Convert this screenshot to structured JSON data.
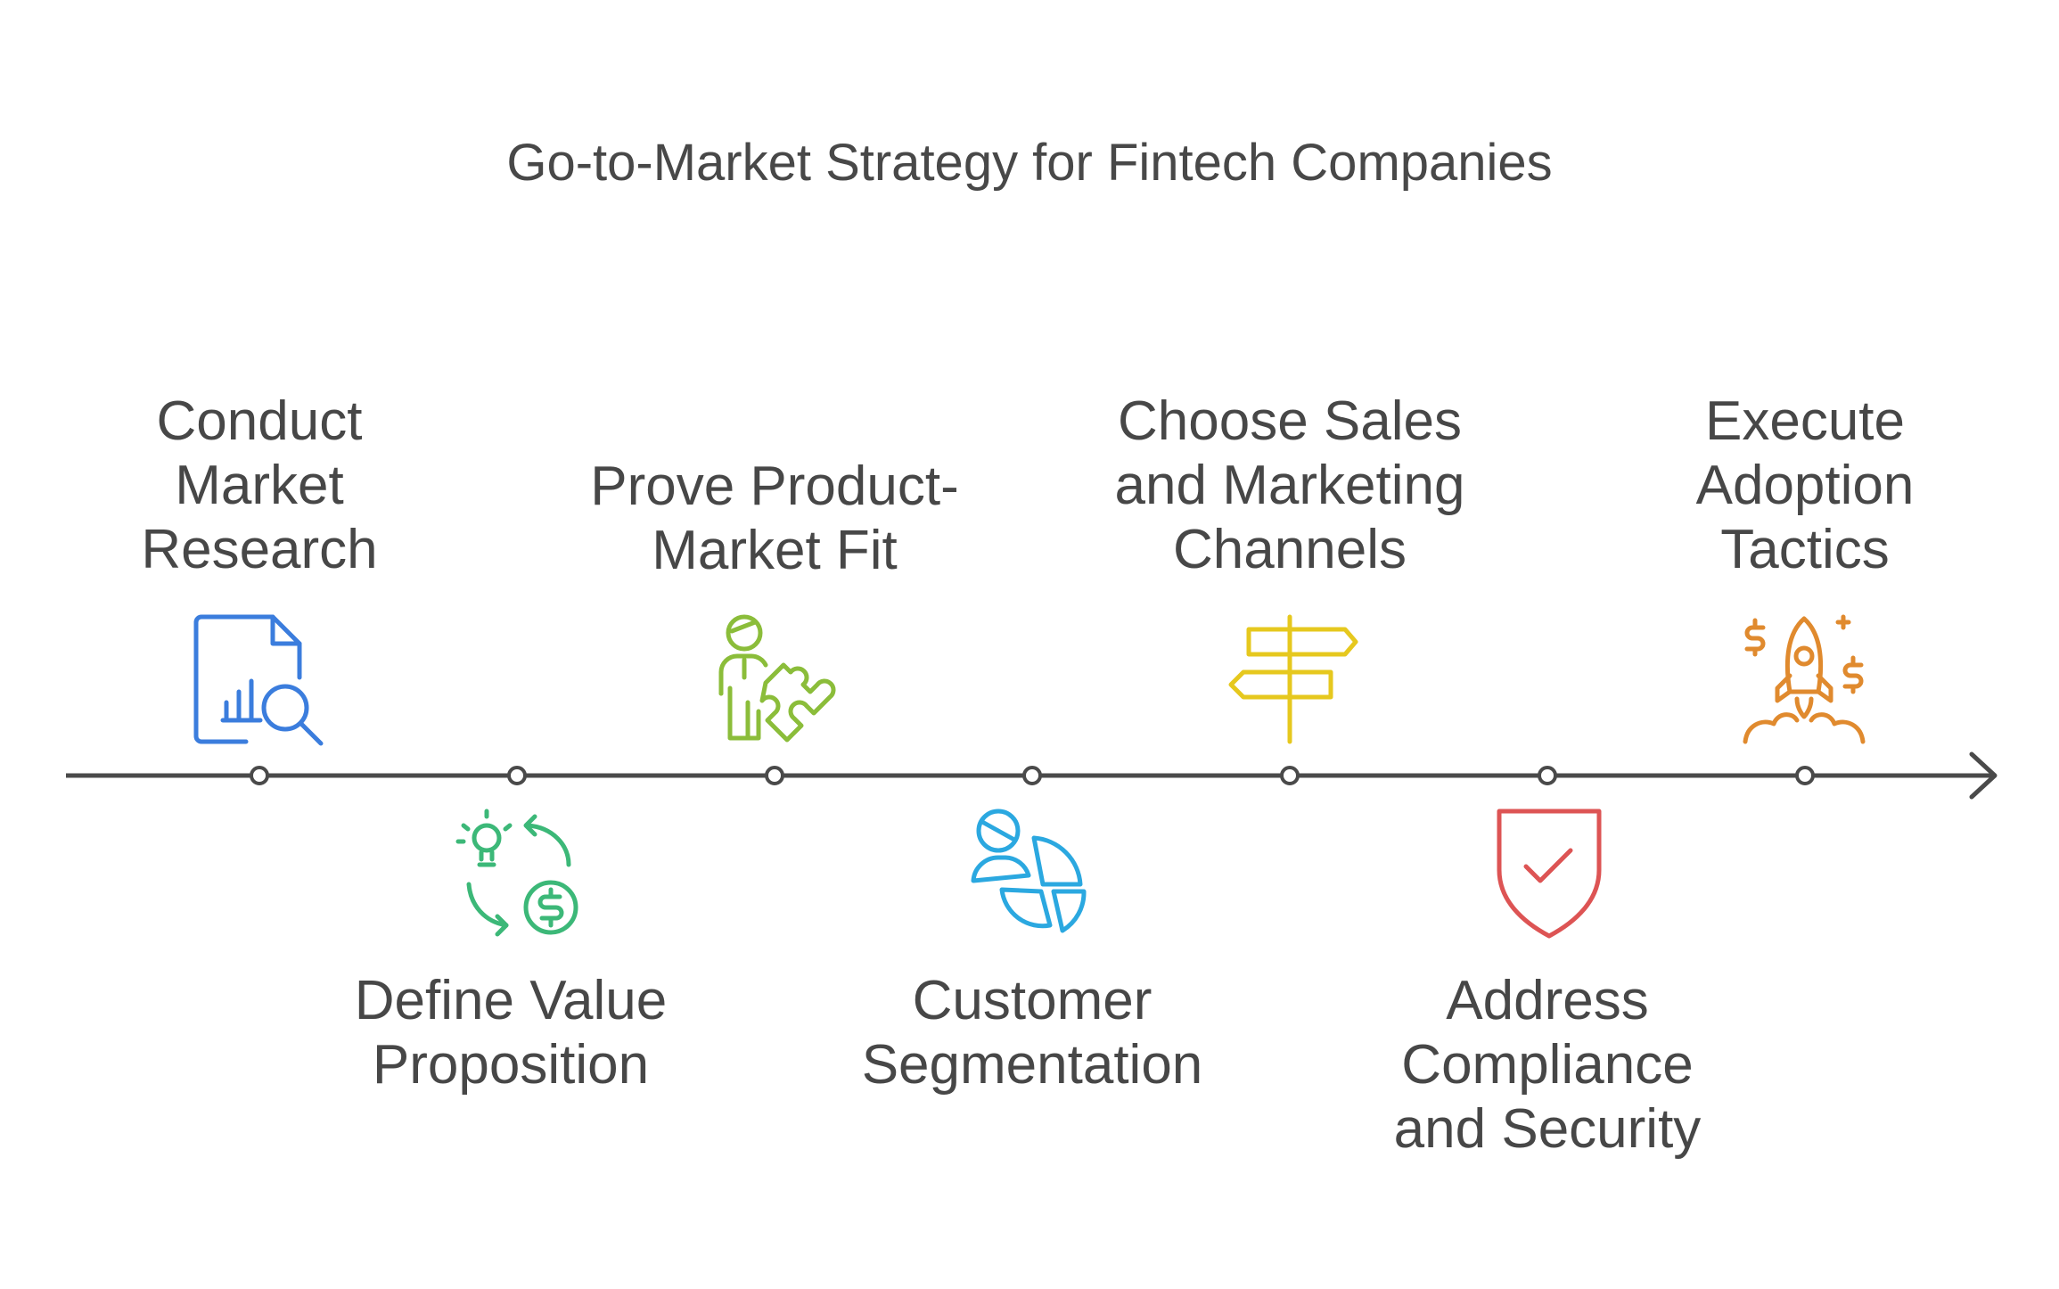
{
  "title": "Go-to-Market Strategy for Fintech Companies",
  "steps": [
    {
      "lines": [
        "Conduct",
        "Market",
        "Research"
      ],
      "icon": "report-search-icon",
      "color": "#3b7ddd",
      "position": "above"
    },
    {
      "lines": [
        "Define Value",
        "Proposition"
      ],
      "icon": "idea-money-cycle-icon",
      "color": "#3cb878",
      "position": "below"
    },
    {
      "lines": [
        "Prove Product-",
        "Market Fit"
      ],
      "icon": "person-puzzle-icon",
      "color": "#8bbd3a",
      "position": "above"
    },
    {
      "lines": [
        "Customer",
        "Segmentation"
      ],
      "icon": "person-pie-chart-icon",
      "color": "#2ba8e0",
      "position": "below"
    },
    {
      "lines": [
        "Choose Sales",
        "and Marketing",
        "Channels"
      ],
      "icon": "signpost-icon",
      "color": "#e6c81e",
      "position": "above"
    },
    {
      "lines": [
        "Address",
        "Compliance",
        "and Security"
      ],
      "icon": "shield-check-icon",
      "color": "#dd5454",
      "position": "below"
    },
    {
      "lines": [
        "Execute",
        "Adoption",
        "Tactics"
      ],
      "icon": "rocket-money-icon",
      "color": "#e08a2e",
      "position": "above"
    }
  ]
}
